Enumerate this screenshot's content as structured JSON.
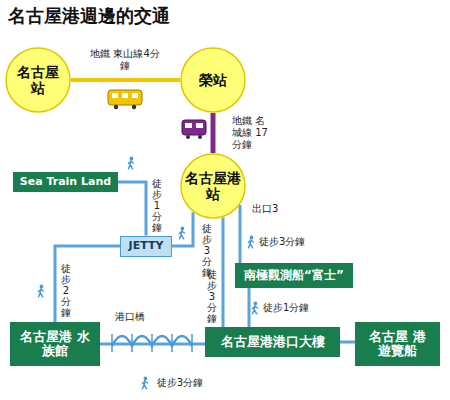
{
  "diagram": {
    "title": "名古屋港週邊的交通",
    "nodes": [
      {
        "text": [
          "名古屋 站"
        ]
      },
      {
        "text": [
          "榮站"
        ]
      },
      {
        "text": [
          "名古屋港 站"
        ]
      },
      {
        "text": [
          "Sea Train Land"
        ]
      },
      {
        "text": [
          "JETTY"
        ]
      },
      {
        "text": [
          "南極觀測船“富士”"
        ]
      },
      {
        "text": [
          "名古屋港 水族館"
        ]
      },
      {
        "text": [
          "名古屋港港口大樓"
        ]
      },
      {
        "text": [
          "名古屋 港遊覽船"
        ]
      }
    ],
    "edges": [
      {
        "from": 0,
        "to": 1,
        "arrow": "none",
        "label": "地鐵 東山線4分鐘"
      },
      {
        "from": 1,
        "to": 2,
        "arrow": "none",
        "label": "地鐵 名城線 17分鐘"
      },
      {
        "from": 2,
        "to": 4,
        "arrow": "none",
        "label": "徒步3分鐘"
      },
      {
        "from": 4,
        "to": 3,
        "arrow": "none",
        "label": "徒步1分鐘"
      },
      {
        "from": 4,
        "to": 6,
        "arrow": "none",
        "label": "徒步2分鐘"
      },
      {
        "from": 2,
        "to": 5,
        "arrow": "none",
        "label": "徒步3分鐘"
      },
      {
        "from": 2,
        "to": 7,
        "arrow": "none",
        "label": "徒步3分鐘"
      },
      {
        "from": 6,
        "to": 7,
        "arrow": "none",
        "label": "徒步3分鐘"
      },
      {
        "from": 5,
        "to": 7,
        "arrow": "none",
        "label": "徒步1分鐘"
      },
      {
        "from": 7,
        "to": 8,
        "arrow": "none"
      }
    ],
    "labels": [
      "出口3",
      "港口橋"
    ]
  }
}
